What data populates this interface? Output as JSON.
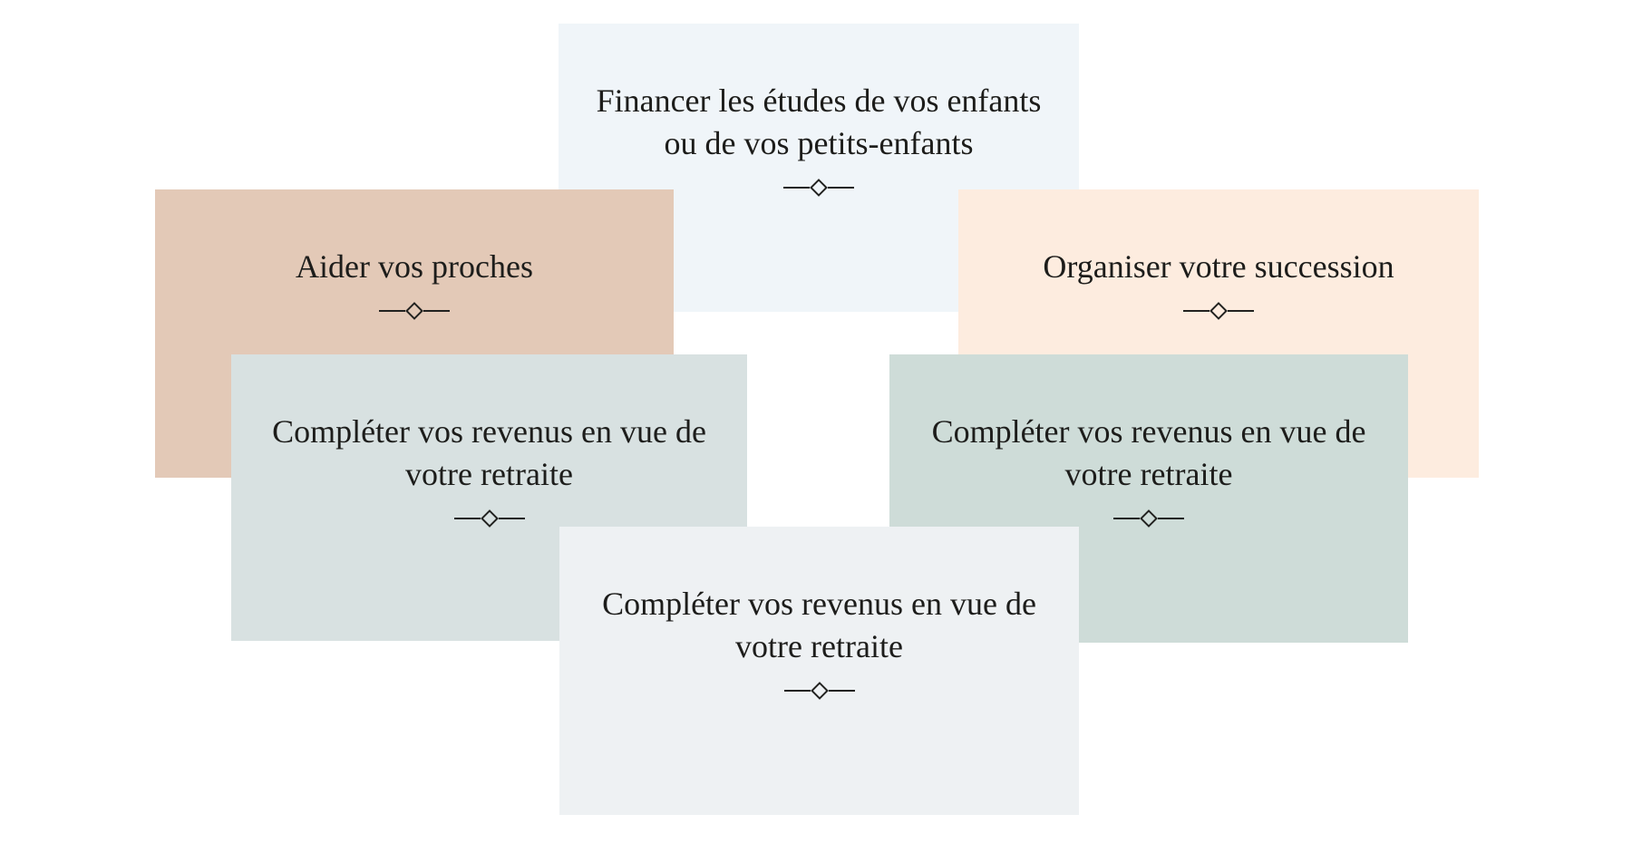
{
  "page": {
    "background": "#ffffff",
    "text_color": "#1d1d1b",
    "divider_color": "#222220",
    "divider_icon": "diamond-icon"
  },
  "cards": [
    {
      "name": "financer-etudes",
      "bg": "#f0f5f9",
      "lines": [
        "Financer les études de vos enfants",
        "ou de vos petits-enfants"
      ]
    },
    {
      "name": "aider-proches",
      "bg": "#e3c9b7",
      "lines": [
        "Aider vos proches"
      ]
    },
    {
      "name": "organiser-succession",
      "bg": "#fdecdf",
      "lines": [
        "Organiser votre succession"
      ]
    },
    {
      "name": "completer-revenus-1",
      "bg": "#d8e1e1",
      "lines": [
        "Compléter vos revenus en vue de",
        "votre retraite"
      ]
    },
    {
      "name": "completer-revenus-2",
      "bg": "#cedcd8",
      "lines": [
        "Compléter vos revenus en vue de",
        "votre retraite"
      ]
    },
    {
      "name": "completer-revenus-3",
      "bg": "#eef1f3",
      "lines": [
        "Compléter vos revenus en vue de",
        "votre retraite"
      ]
    }
  ]
}
